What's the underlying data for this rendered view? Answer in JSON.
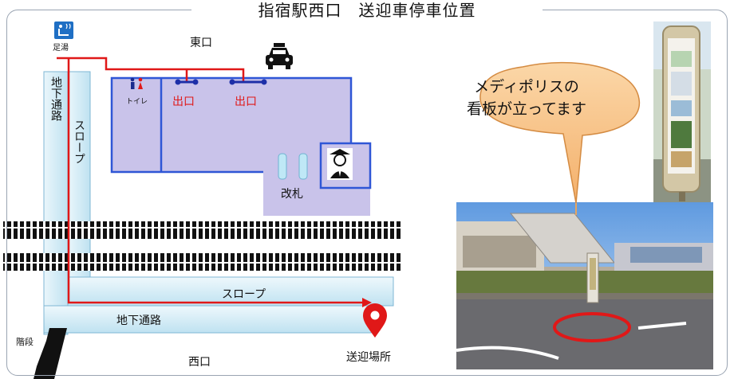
{
  "title": "指宿駅西口　送迎車停車位置",
  "map": {
    "ashiyu_label": "足湯",
    "east_exit": "東口",
    "west_exit": "西口",
    "toilet": "トイレ",
    "exit_1": "出口",
    "exit_2": "出口",
    "ticket_gate": "改札",
    "slope_vertical": "スロープ",
    "underpass_vertical": "地下通路",
    "slope_horizontal": "スロープ",
    "underpass_horizontal": "地下通路",
    "stairs": "階段",
    "pickup": "送迎場所"
  },
  "callout": {
    "line1": "メディポリスの",
    "line2": "看板が立ってます"
  },
  "colors": {
    "route": "#e01818",
    "station": "#c9c3ea",
    "station_border": "#2f56d6",
    "passage": "#dbeef8",
    "callout": "#f8c48a"
  },
  "icons": [
    "footbath-icon",
    "taxi-icon",
    "toilet-icon",
    "station-staff-icon",
    "location-pin-icon"
  ]
}
